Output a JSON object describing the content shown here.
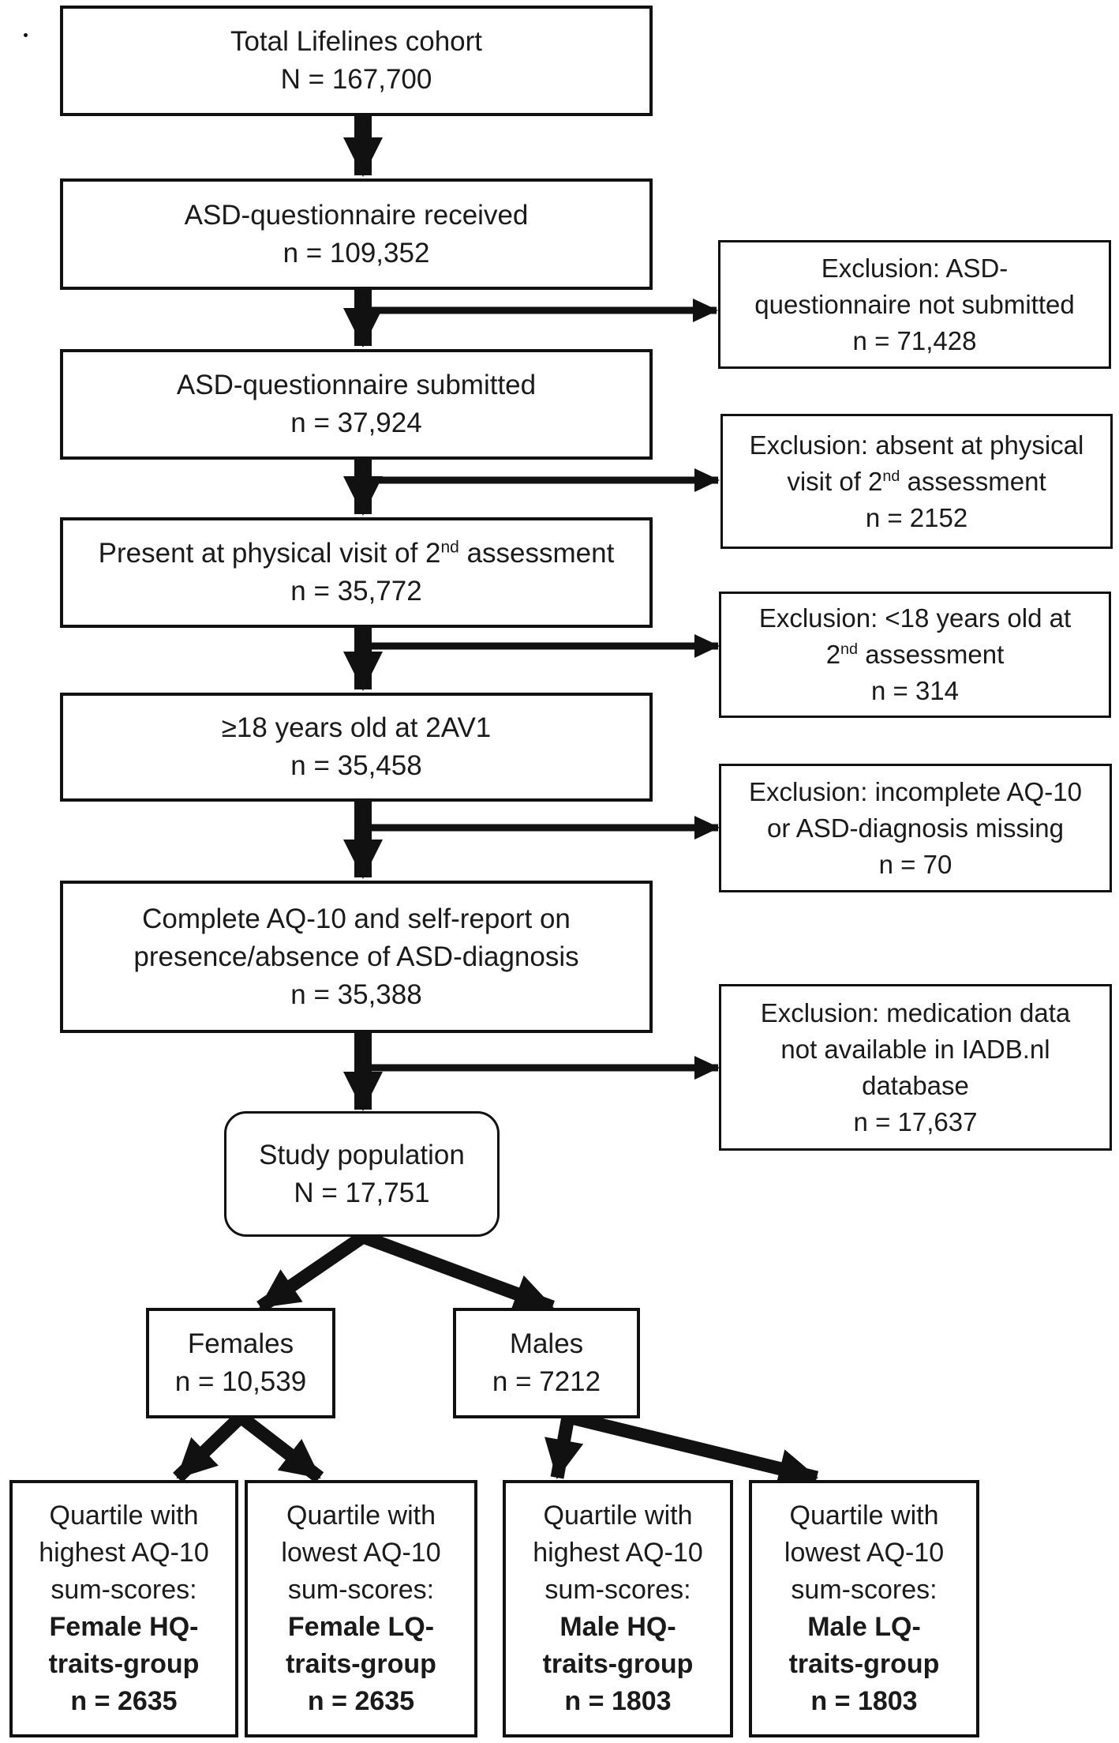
{
  "main_flow": [
    {
      "id": "total",
      "line1": "Total Lifelines cohort",
      "line2": "N = 167,700"
    },
    {
      "id": "received",
      "line1": "ASD-questionnaire received",
      "line2": "n = 109,352"
    },
    {
      "id": "submitted",
      "line1": "ASD-questionnaire submitted",
      "line2": "n = 37,924"
    },
    {
      "id": "present",
      "line1_pre": "Present at physical visit of 2",
      "line1_sup": "nd",
      "line1_post": " assessment",
      "line2": "n = 35,772"
    },
    {
      "id": "adult",
      "line1": "≥18 years old at 2AV1",
      "line2": "n = 35,458"
    },
    {
      "id": "complete",
      "line1": "Complete AQ-10 and self-report on",
      "line2": "presence/absence of ASD-diagnosis",
      "line3": "n = 35,388"
    }
  ],
  "exclusions": [
    {
      "id": "excl1",
      "line1": "Exclusion: ASD-",
      "line2": "questionnaire not submitted",
      "line3": "n = 71,428"
    },
    {
      "id": "excl2",
      "line1": "Exclusion: absent at physical",
      "line2_pre": "visit of 2",
      "line2_sup": "nd",
      "line2_post": " assessment",
      "line3": "n = 2152"
    },
    {
      "id": "excl3",
      "line1": "Exclusion: <18 years old at",
      "line2_pre": "2",
      "line2_sup": "nd",
      "line2_post": " assessment",
      "line3": "n = 314"
    },
    {
      "id": "excl4",
      "line1": "Exclusion: incomplete AQ-10",
      "line2": "or ASD-diagnosis missing",
      "line3": "n = 70"
    },
    {
      "id": "excl5",
      "line1": "Exclusion: medication data",
      "line2": "not available in IADB.nl",
      "line3": "database",
      "line4": "n = 17,637"
    }
  ],
  "study_population": {
    "line1": "Study population",
    "line2": "N = 17,751"
  },
  "sexes": [
    {
      "id": "females",
      "line1": "Females",
      "line2": "n = 10,539"
    },
    {
      "id": "males",
      "line1": "Males",
      "line2": "n = 7212"
    }
  ],
  "quartiles": [
    {
      "id": "female-hq",
      "line1": "Quartile with",
      "line2": "highest AQ-10",
      "line3": "sum-scores:",
      "line4": "Female HQ-",
      "line5": "traits-group",
      "line6": "n = 2635"
    },
    {
      "id": "female-lq",
      "line1": "Quartile with",
      "line2": "lowest AQ-10",
      "line3": "sum-scores:",
      "line4": "Female LQ-",
      "line5": "traits-group",
      "line6": "n = 2635"
    },
    {
      "id": "male-hq",
      "line1": "Quartile with",
      "line2": "highest AQ-10",
      "line3": "sum-scores:",
      "line4": "Male HQ-",
      "line5": "traits-group",
      "line6": "n = 1803"
    },
    {
      "id": "male-lq",
      "line1": "Quartile with",
      "line2": "lowest AQ-10",
      "line3": "sum-scores:",
      "line4": "Male LQ-",
      "line5": "traits-group",
      "line6": "n = 1803"
    }
  ],
  "colors": {
    "ink": "#111111",
    "background": "#ffffff"
  }
}
